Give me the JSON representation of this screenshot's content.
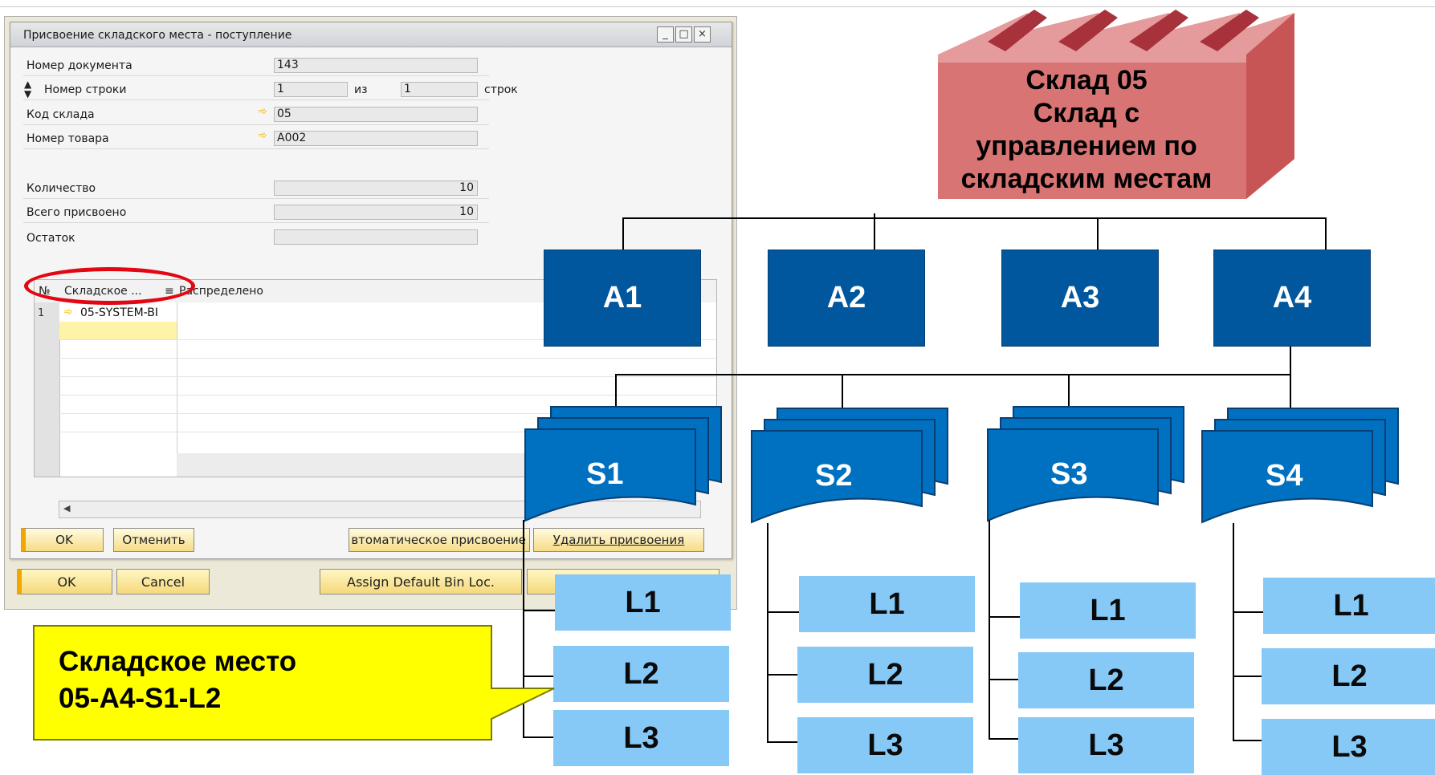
{
  "back_window": {
    "ok_label": "OK",
    "cancel_label": "Cancel",
    "assign_default_label": "Assign Default Bin Loc."
  },
  "dialog": {
    "title": "Присвоение складского места - поступление",
    "fields": {
      "doc_number_label": "Номер документа",
      "doc_number_value": "143",
      "row_number_label": "Номер строки",
      "row_value": "1",
      "of_label": "из",
      "row_total": "1",
      "rows_label": "строк",
      "warehouse_code_label": "Код склада",
      "warehouse_code_value": "05",
      "item_number_label": "Номер товара",
      "item_number_value": "A002",
      "quantity_label": "Количество",
      "quantity_value": "10",
      "total_assigned_label": "Всего присвоено",
      "total_assigned_value": "10",
      "remaining_label": "Остаток",
      "remaining_value": ""
    },
    "grid": {
      "col_no": "№",
      "col_bin": "Складское ...",
      "col_sort_icon": "≡",
      "col_allocated": "Распределено",
      "rows": [
        {
          "no": "1",
          "bin": "05-SYSTEM-BI"
        }
      ]
    },
    "buttons": {
      "ok": "OK",
      "cancel": "Отменить",
      "auto_assign": "втоматическое присвоение",
      "delete_assign": "Удалить присвоения"
    },
    "highlight_color": "#e30613"
  },
  "diagram": {
    "warehouse_lines": [
      "Склад 05",
      "Склад с",
      "управлением по",
      "складским местам"
    ],
    "areas": [
      "A1",
      "A2",
      "A3",
      "A4"
    ],
    "subs": [
      "S1",
      "S2",
      "S3",
      "S4"
    ],
    "levels": [
      "L1",
      "L2",
      "L3"
    ],
    "colors": {
      "area": "#00579d",
      "sub": "#0070c0",
      "level": "#86c8f6",
      "warehouse": "#d96b6b",
      "roof": "#a8323c",
      "callout": "#ffff00"
    }
  },
  "callout": {
    "line1": "Складское место",
    "line2": "05-A4-S1-L2"
  }
}
